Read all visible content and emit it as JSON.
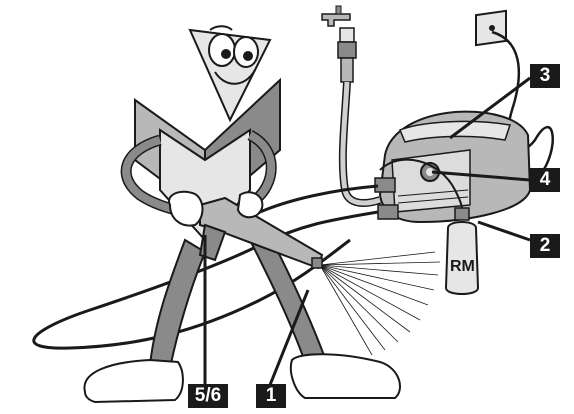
{
  "callouts": {
    "c1": "1",
    "c2": "2",
    "c3": "3",
    "c4": "4",
    "c56": "5/6"
  },
  "bottle_label": "RM",
  "colors": {
    "outline": "#1a1a1a",
    "body_fill": "#b8b8b8",
    "light_fill": "#e6e6e6",
    "dark_fill": "#8a8a8a",
    "callout_bg": "#1a1a1a"
  }
}
